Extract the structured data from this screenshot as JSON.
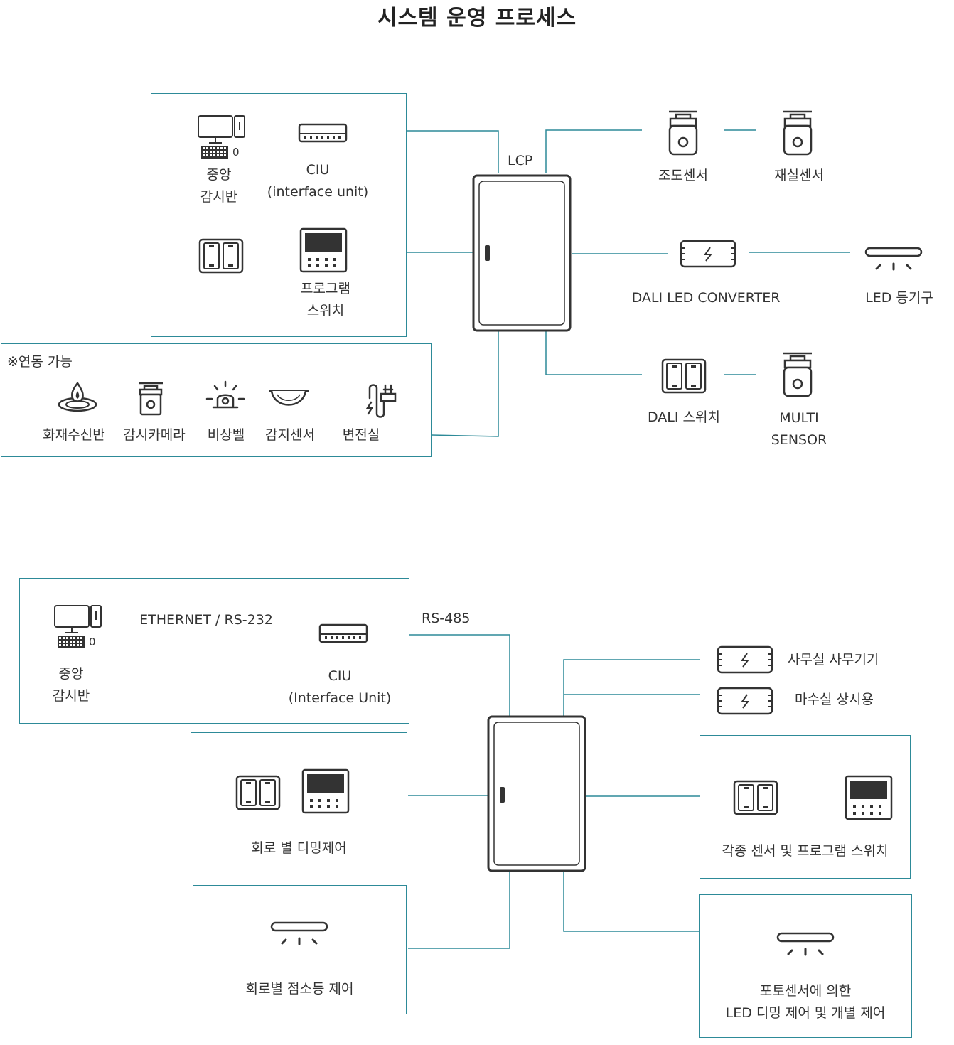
{
  "title": "시스템 운영 프로세스",
  "colors": {
    "line": "#2d8a98",
    "icon": "#333333",
    "box_border": "#2d8a98"
  },
  "top": {
    "central_monitor": {
      "line1": "중앙",
      "line2": "감시반",
      "digit": "0"
    },
    "ciu": {
      "line1": "CIU",
      "line2": "(interface unit)"
    },
    "program_switch": {
      "line1": "프로그램",
      "line2": "스위치"
    },
    "lcp_label": "LCP",
    "light_sensor": "조도센서",
    "occupancy_sensor": "재실센서",
    "dali_converter": "DALI LED CONVERTER",
    "led_fixture": "LED 등기구",
    "dali_switch": "DALI 스위치",
    "multi_sensor": {
      "line1": "MULTI",
      "line2": "SENSOR"
    },
    "linkage": {
      "title": "※연동 가능",
      "items": [
        "화재수신반",
        "감시카메라",
        "비상벨",
        "감지센서",
        "변전실"
      ]
    }
  },
  "bottom": {
    "central_monitor": {
      "line1": "중앙",
      "line2": "감시반",
      "digit": "0"
    },
    "link_label": "ETHERNET / RS-232",
    "ciu": {
      "line1": "CIU",
      "line2": "(Interface Unit)"
    },
    "rs485": "RS-485",
    "office_equipment": "사무실 사무기기",
    "outlet": "마수실 상시용",
    "dimming_by_circuit": "회로 별 디밍제어",
    "onoff_by_circuit": "회로별 점소등 제어",
    "sensors_switch": "각종 센서 및 프로그램 스위치",
    "photo_sensor": {
      "line1": "포토센서에 의한",
      "line2": "LED 디밍 제어 및 개별 제어"
    }
  }
}
